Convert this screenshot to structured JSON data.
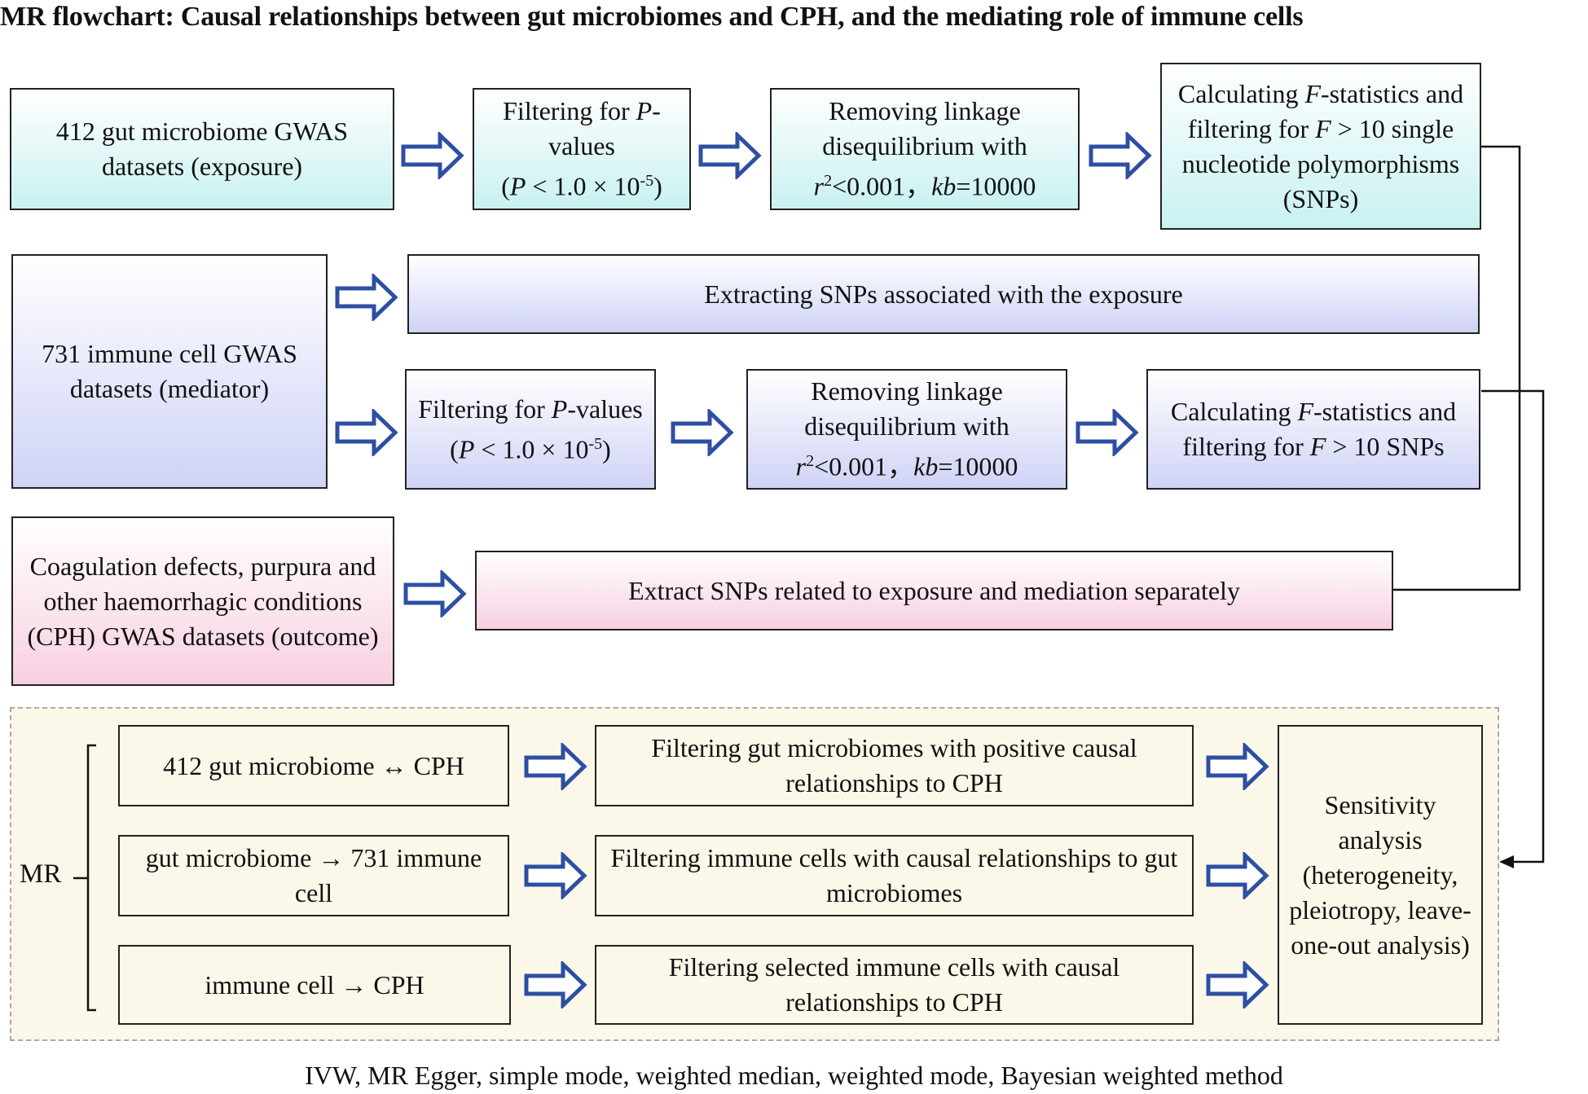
{
  "title": "MR flowchart: Causal relationships between gut microbiomes and CPH, and the mediating role of immune cells",
  "colors": {
    "arrow": "#2d4fa3",
    "exposure_fill": "#c9f1f1",
    "mediator_fill": "#cfd3f6",
    "outcome_fill": "#f7d0e2",
    "mr_fill": "#fbf8e9"
  },
  "exposure_row": {
    "source": "412 gut microbiome GWAS datasets (exposure)",
    "p_filter": {
      "prefix": "Filtering for ",
      "var": "P",
      "suffix": "-values",
      "cond_open": "(",
      "cond_var": "P",
      "cond_mid": " < 1.0 × 10",
      "cond_exp": "-5",
      "cond_close": ")"
    },
    "ld": {
      "line1": "Removing linkage disequilibrium with",
      "r": "r",
      "r_exp": "2",
      "r_rest": "<0.001，",
      "kb": "kb",
      "kb_rest": "=10000"
    },
    "f_stat": {
      "pre": "Calculating ",
      "var": "F",
      "post": "-statistics and filtering for ",
      "cond_var": "F",
      "cond_rest": " > 10 single nucleotide polymorphisms (SNPs)"
    }
  },
  "mediator_row": {
    "source": "731 immune cell GWAS datasets (mediator)",
    "extract": "Extracting SNPs associated with the exposure",
    "p_filter": {
      "prefix": "Filtering for ",
      "var": "P",
      "suffix": "-values",
      "cond_open": "(",
      "cond_var": "P",
      "cond_mid": " < 1.0 × 10",
      "cond_exp": "-5",
      "cond_close": ")"
    },
    "ld": {
      "line1": "Removing linkage disequilibrium with",
      "r": "r",
      "r_exp": "2",
      "r_rest": "<0.001，",
      "kb": "kb",
      "kb_rest": "=10000"
    },
    "f_stat": {
      "pre": "Calculating ",
      "var": "F",
      "post": "-statistics and filtering for ",
      "cond_var": "F",
      "cond_rest": " > 10 SNPs"
    }
  },
  "outcome_row": {
    "source": "Coagulation defects, purpura and other haemorrhagic conditions (CPH) GWAS datasets (outcome)",
    "extract": "Extract SNPs related to exposure and mediation separately"
  },
  "mr": {
    "label": "MR",
    "analyses": [
      {
        "analysis": "412 gut microbiome ↔ CPH",
        "filter": "Filtering gut microbiomes with positive causal relationships to CPH"
      },
      {
        "analysis": "gut microbiome → 731 immune cell",
        "filter": "Filtering immune cells with causal relationships to gut microbiomes"
      },
      {
        "analysis": "immune cell → CPH",
        "filter": "Filtering selected immune cells with causal relationships to CPH"
      }
    ],
    "sensitivity": "Sensitivity analysis (heterogeneity, pleiotropy, leave-one-out analysis)"
  },
  "footer": "IVW, MR Egger, simple mode, weighted median, weighted mode, Bayesian weighted method"
}
